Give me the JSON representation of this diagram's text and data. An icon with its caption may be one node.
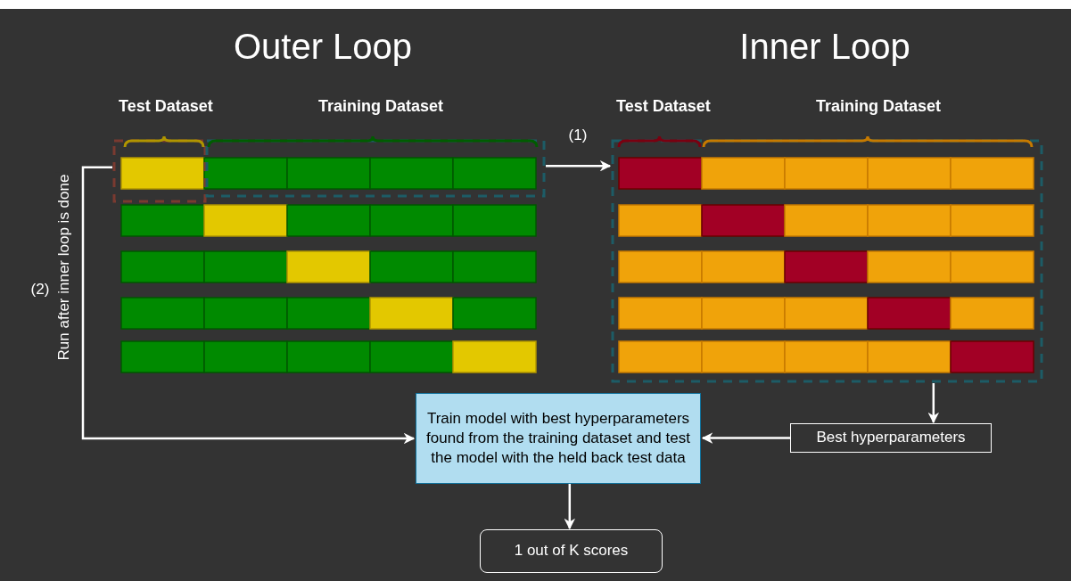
{
  "diagram": {
    "nodes": [
      {
        "text": [],
        "shape": "bar"
      },
      {
        "text": [],
        "shape": "box"
      },
      {
        "text": [
          "Train model with best hyperparameters found from the training dataset and test the model with the held back test data"
        ]
      },
      {
        "text": [
          "Best hyperparameters"
        ]
      },
      {
        "text": [
          "1 out of K scores"
        ]
      }
    ],
    "edges": [
      {
        "from": 0,
        "to": 1,
        "arrow": "to",
        "label": "(1)"
      },
      {
        "from": 0,
        "to": 2,
        "arrow": "to",
        "label": "Run after inner loop is done"
      },
      {
        "from": 1,
        "to": 3,
        "arrow": "to"
      },
      {
        "from": 3,
        "to": 2,
        "arrow": "to"
      },
      {
        "from": 2,
        "to": 4,
        "arrow": "to"
      }
    ],
    "labels": [
      "Outer Loop",
      "Inner Loop",
      "Test Dataset",
      "Training Dataset",
      "Test Dataset",
      "Training Dataset",
      "(2)"
    ]
  }
}
